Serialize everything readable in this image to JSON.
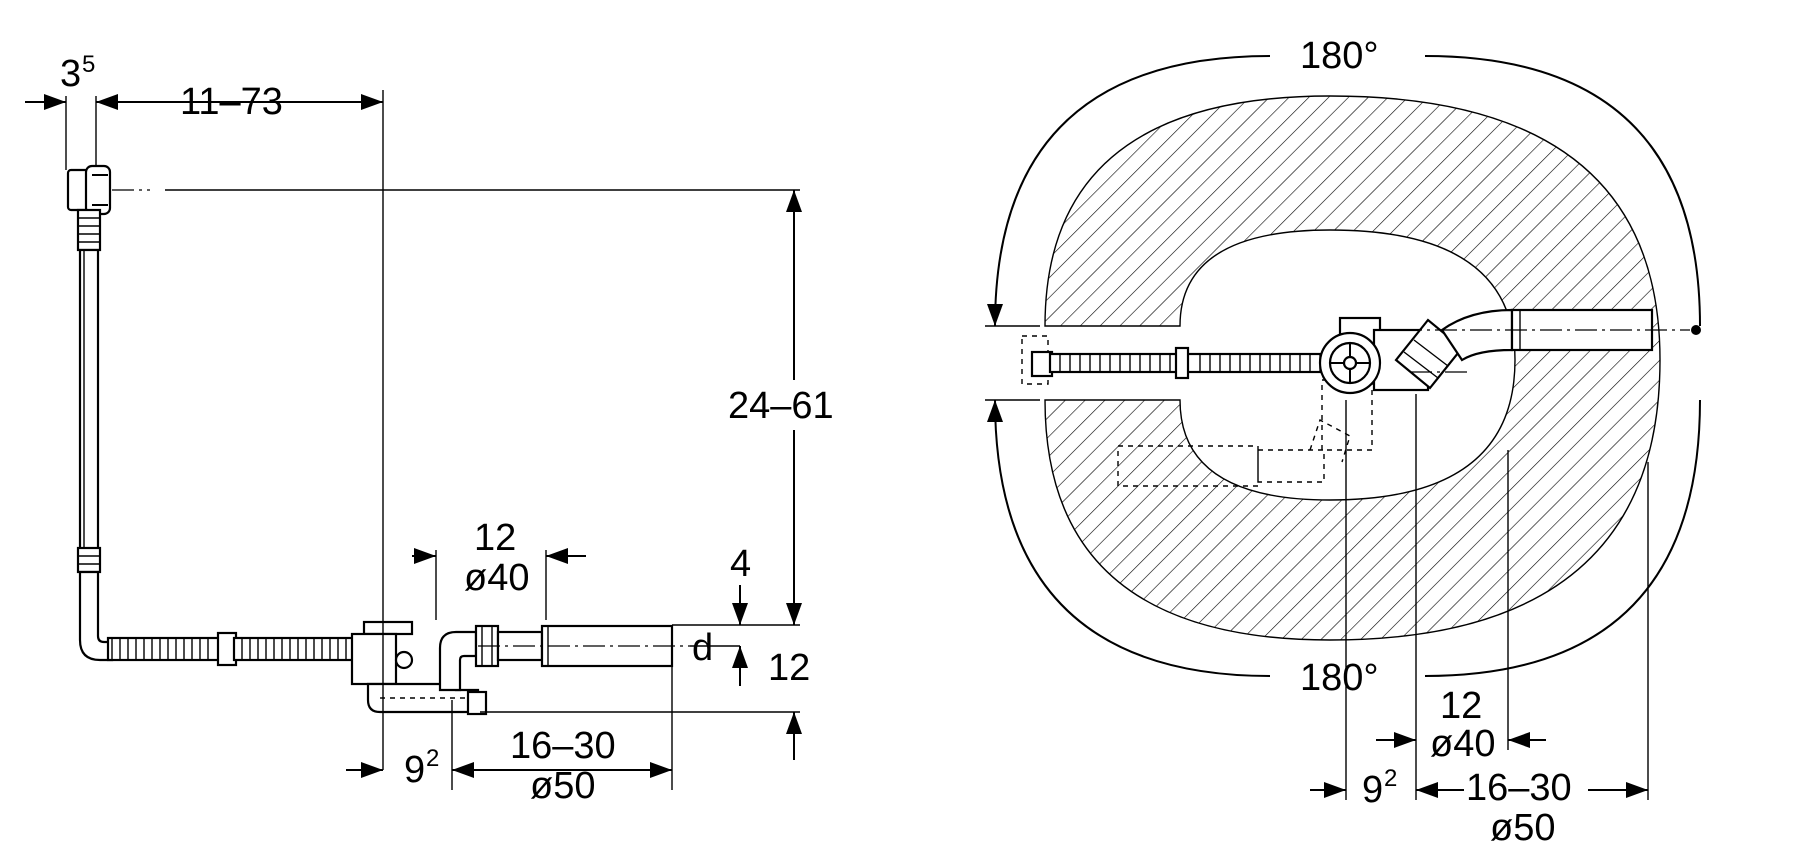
{
  "side_view": {
    "dim_top_offset": "3",
    "dim_top_offset_sup": "5",
    "dim_top_range": "11–73",
    "dim_height": "24–61",
    "dim_overflow": "12",
    "dim_overflow_dia": "ø40",
    "dim_4": "4",
    "dim_d": "d",
    "dim_12": "12",
    "dim_bottom_offset": "9",
    "dim_bottom_offset_sup": "2",
    "dim_bottom_range": "16–30",
    "dim_bottom_dia": "ø50"
  },
  "top_view": {
    "angle_top": "180°",
    "angle_bottom": "180°",
    "dim_12": "12",
    "dim_dia40": "ø40",
    "dim_offset": "9",
    "dim_offset_sup": "2",
    "dim_range": "16–30",
    "dim_dia50": "ø50"
  }
}
